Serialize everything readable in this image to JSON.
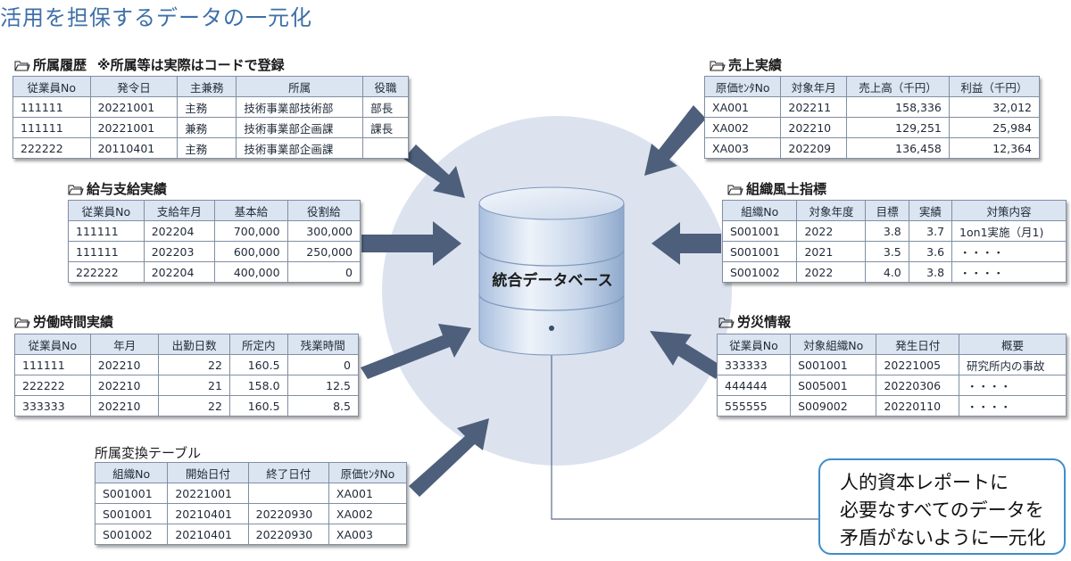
{
  "title": "活用を担保するデータの一元化",
  "center": {
    "label": "統合データベース"
  },
  "callout": {
    "lines": [
      "人的資本レポートに",
      "必要なすべてのデータを",
      "矛盾がないように一元化"
    ]
  },
  "sections": {
    "shozoku": {
      "title": "所属履歴",
      "note": "※所属等は実際はコードで登録",
      "headers": [
        "従業員No",
        "発令日",
        "主兼務",
        "所属",
        "役職"
      ],
      "rows": [
        [
          "111111",
          "20221001",
          "主務",
          "技術事業部技術部",
          "部長"
        ],
        [
          "111111",
          "20221001",
          "兼務",
          "技術事業部企画課",
          "課長"
        ],
        [
          "222222",
          "20110401",
          "主務",
          "技術事業部企画課",
          ""
        ]
      ]
    },
    "kyuyo": {
      "title": "給与支給実績",
      "headers": [
        "従業員No",
        "支給年月",
        "基本給",
        "役割給"
      ],
      "rows": [
        [
          "111111",
          "202204",
          "700,000",
          "300,000"
        ],
        [
          "111111",
          "202203",
          "600,000",
          "250,000"
        ],
        [
          "222222",
          "202204",
          "400,000",
          "0"
        ]
      ]
    },
    "rodo": {
      "title": "労働時間実績",
      "headers": [
        "従業員No",
        "年月",
        "出勤日数",
        "所定内",
        "残業時間"
      ],
      "rows": [
        [
          "111111",
          "202210",
          "22",
          "160.5",
          "0"
        ],
        [
          "222222",
          "202210",
          "21",
          "158.0",
          "12.5"
        ],
        [
          "333333",
          "202210",
          "22",
          "160.5",
          "8.5"
        ]
      ]
    },
    "henkan": {
      "title": "所属変換テーブル",
      "headers": [
        "組織No",
        "開始日付",
        "終了日付",
        "原価ｾﾝﾀNo"
      ],
      "rows": [
        [
          "S001001",
          "20221001",
          "",
          "XA001"
        ],
        [
          "S001001",
          "20210401",
          "20220930",
          "XA002"
        ],
        [
          "S001002",
          "20210401",
          "20220930",
          "XA003"
        ]
      ]
    },
    "uriage": {
      "title": "売上実績",
      "headers": [
        "原価ｾﾝﾀNo",
        "対象年月",
        "売上高（千円）",
        "利益（千円）"
      ],
      "rows": [
        [
          "XA001",
          "202211",
          "158,336",
          "32,012"
        ],
        [
          "XA002",
          "202210",
          "129,251",
          "25,984"
        ],
        [
          "XA003",
          "202209",
          "136,458",
          "12,364"
        ]
      ]
    },
    "soshiki": {
      "title": "組織風土指標",
      "headers": [
        "組織No",
        "対象年度",
        "目標",
        "実績",
        "対策内容"
      ],
      "rows": [
        [
          "S001001",
          "2022",
          "3.8",
          "3.7",
          "1on1実施（月1)"
        ],
        [
          "S001001",
          "2021",
          "3.5",
          "3.6",
          "・・・・"
        ],
        [
          "S001002",
          "2022",
          "4.0",
          "3.8",
          "・・・・"
        ]
      ]
    },
    "rosai": {
      "title": "労災情報",
      "headers": [
        "従業員No",
        "対象組織No",
        "発生日付",
        "概要"
      ],
      "rows": [
        [
          "333333",
          "S001001",
          "20221005",
          "研究所内の事故"
        ],
        [
          "444444",
          "S005001",
          "20220306",
          "・・・・"
        ],
        [
          "555555",
          "S009002",
          "20220110",
          "・・・・"
        ]
      ]
    }
  }
}
